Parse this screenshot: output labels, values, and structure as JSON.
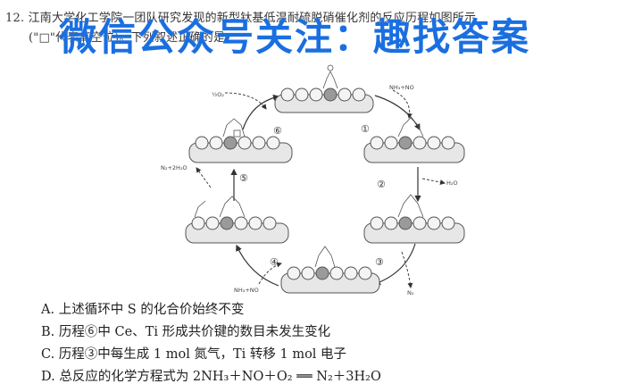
{
  "question": {
    "line1": "12. 江南大学化工学院一团队研究发现的新型钛基低温耐硫脱硝催化剂的反应历程如图所示",
    "line2": "(\"□\"代表氧空位)。下列叙述正确的是"
  },
  "watermark": "微信公众号关注：趣找答案",
  "diagram": {
    "steps": [
      "①",
      "②",
      "③",
      "④",
      "⑤",
      "⑥"
    ],
    "labels": {
      "o2_in": "½O₂",
      "nh3_no_in_top": "NH₃+NO",
      "h2o_out": "H₂O",
      "n2_out": "N₂",
      "nh3_no_in_bottom": "NH₃+NO",
      "n2_2h2o_out": "N₂+2H₂O"
    }
  },
  "options": [
    "A. 上述循环中 S 的化合价始终不变",
    "B. 历程⑥中 Ce、Ti 形成共价键的数目未发生变化",
    "C. 历程③中每生成 1 mol 氮气，Ti 转移 1 mol 电子",
    "D. 总反应的化学方程式为 2NH₃＋NO＋O₂ ══ N₂＋3H₂O"
  ]
}
